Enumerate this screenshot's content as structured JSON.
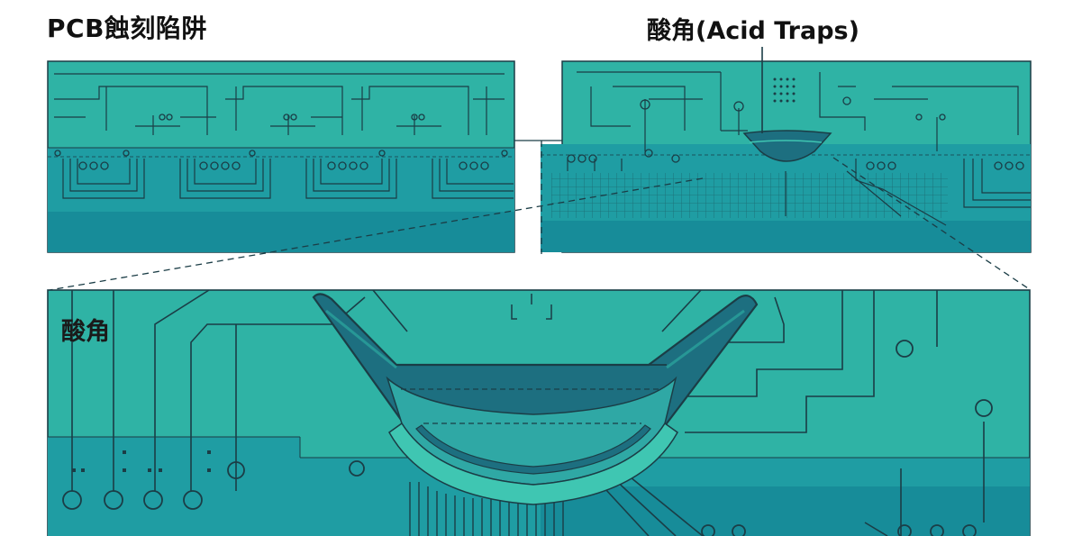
{
  "header": {
    "title_left": "PCB蝕刻陷阱",
    "title_right": "酸角(Acid Traps)"
  },
  "zoom_panel": {
    "label": "酸角"
  },
  "colors": {
    "board_teal": "#2fb3a5",
    "board_dark": "#1f9da3",
    "board_deep": "#167f90",
    "trace_dark": "#1b3d46",
    "acid_fill": "#1d6f80",
    "acid_light": "#3fc6b2"
  }
}
